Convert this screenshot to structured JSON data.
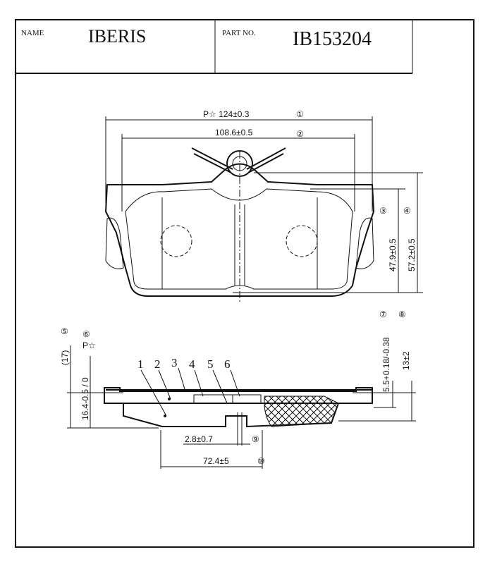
{
  "header": {
    "name_label": "NAME",
    "name_value": "IBERIS",
    "part_label": "PART NO.",
    "part_value": "IB153204"
  },
  "top_view": {
    "dim1": {
      "marker": "①",
      "text": "P☆ 124±0.3"
    },
    "dim2": {
      "marker": "②",
      "text": "108.6±0.5"
    },
    "dim3": {
      "marker": "③",
      "text": "47.9±0.5"
    },
    "dim4": {
      "marker": "④",
      "text": "57.2±0.5"
    }
  },
  "side_view": {
    "dim5": {
      "marker": "⑤",
      "text": "(17)"
    },
    "dim6": {
      "marker": "⑥",
      "prefix": "P☆",
      "text": "16.4-0.5 / 0"
    },
    "dim7": {
      "marker": "⑦",
      "text": "5.5+0.18/-0.38"
    },
    "dim8": {
      "marker": "⑧",
      "text": "13±2"
    },
    "dim9": {
      "marker": "⑨",
      "text": "2.8±0.7"
    },
    "dim10": {
      "marker": "⑩",
      "text": "72.4±5"
    },
    "callouts": [
      "1",
      "2",
      "3",
      "4",
      "5",
      "6"
    ]
  }
}
